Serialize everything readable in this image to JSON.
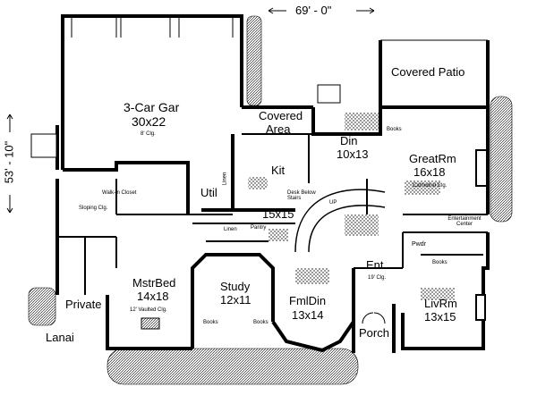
{
  "dimensions": {
    "width": "69' - 0\"",
    "depth": "53' - 10\""
  },
  "rooms": {
    "garage": {
      "name": "3-Car Gar",
      "size": "30x22",
      "note": "8' Clg."
    },
    "covered_patio": {
      "name": "Covered Patio"
    },
    "covered_area": {
      "name_line1": "Covered",
      "name_line2": "Area"
    },
    "dining": {
      "name": "Din",
      "size": "10x13"
    },
    "great_room": {
      "name": "GreatRm",
      "size": "16x18",
      "note": "Cathedral Clg."
    },
    "kitchen": {
      "name": "Kit",
      "size": "15x15",
      "note": "Desk Below Stairs"
    },
    "utility": {
      "name": "Util"
    },
    "walk_in_closet": {
      "name": "Walk-in Closet"
    },
    "sloping": {
      "note": "Sloping Clg."
    },
    "study": {
      "name": "Study",
      "size": "12x11"
    },
    "master_bed": {
      "name": "MstrBed",
      "size": "14x18",
      "note": "12' Vaulted Clg."
    },
    "formal_dining": {
      "name": "FmlDin",
      "size": "13x14"
    },
    "entry": {
      "name": "Ent",
      "note": "19' Clg."
    },
    "living_room": {
      "name": "LivRm",
      "size": "13x15"
    },
    "powder": {
      "name": "Pwdr"
    },
    "porch": {
      "name": "Porch"
    },
    "private": {
      "name": "Private"
    },
    "lanai": {
      "name": "Lanai"
    }
  },
  "small_labels": {
    "books_great": "Books",
    "books_living": "Books",
    "books_study_left": "Books",
    "books_study_right": "Books",
    "linen_hall": "Linen",
    "linen_util": "Linen",
    "pantry": "Pantry",
    "up": "UP",
    "entertainment_center": "Entertainment Center"
  }
}
